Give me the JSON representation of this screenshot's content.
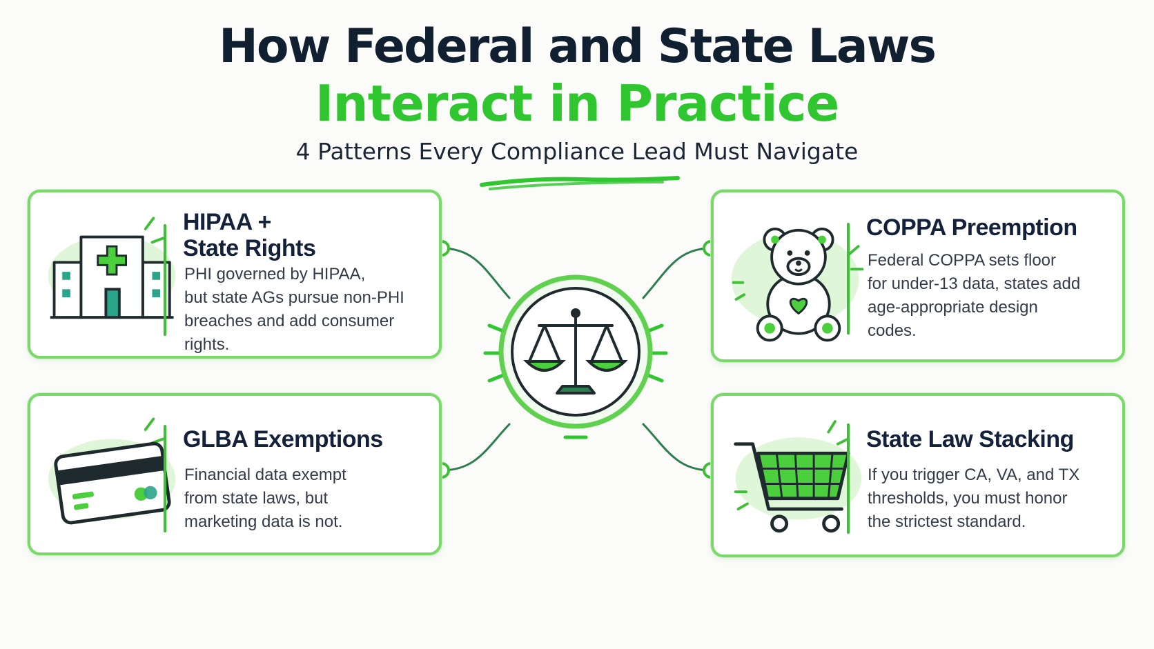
{
  "title": {
    "line1": "How Federal and State Laws",
    "line2": "Interact in Practice",
    "subtitle": "4 Patterns Every Compliance Lead Must Navigate"
  },
  "colors": {
    "accent_green": "#2fc62f",
    "border_green": "#7ad96a",
    "connector_green": "#2e7d4f",
    "navy": "#14213a"
  },
  "hub": {
    "icon": "scales-of-justice-icon"
  },
  "cards": [
    {
      "id": "hipaa",
      "icon": "hospital-icon",
      "title_line1": "HIPAA +",
      "title_line2": "State Rights",
      "body": [
        "PHI governed by HIPAA,",
        "but state AGs pursue non-PHI",
        "breaches and add consumer",
        "rights."
      ]
    },
    {
      "id": "coppa",
      "icon": "teddy-bear-icon",
      "title_line1": "COPPA Preemption",
      "body": [
        "Federal COPPA sets floor",
        "for under-13 data, states add",
        "age-appropriate design",
        "codes."
      ]
    },
    {
      "id": "glba",
      "icon": "credit-card-icon",
      "title_line1": "GLBA Exemptions",
      "body": [
        "Financial data exempt",
        "from state laws, but",
        "marketing data is not."
      ]
    },
    {
      "id": "stacking",
      "icon": "shopping-cart-icon",
      "title_line1": "State Law Stacking",
      "body": [
        "If you trigger CA, VA, and TX",
        "thresholds, you must honor",
        "the strictest standard."
      ]
    }
  ]
}
